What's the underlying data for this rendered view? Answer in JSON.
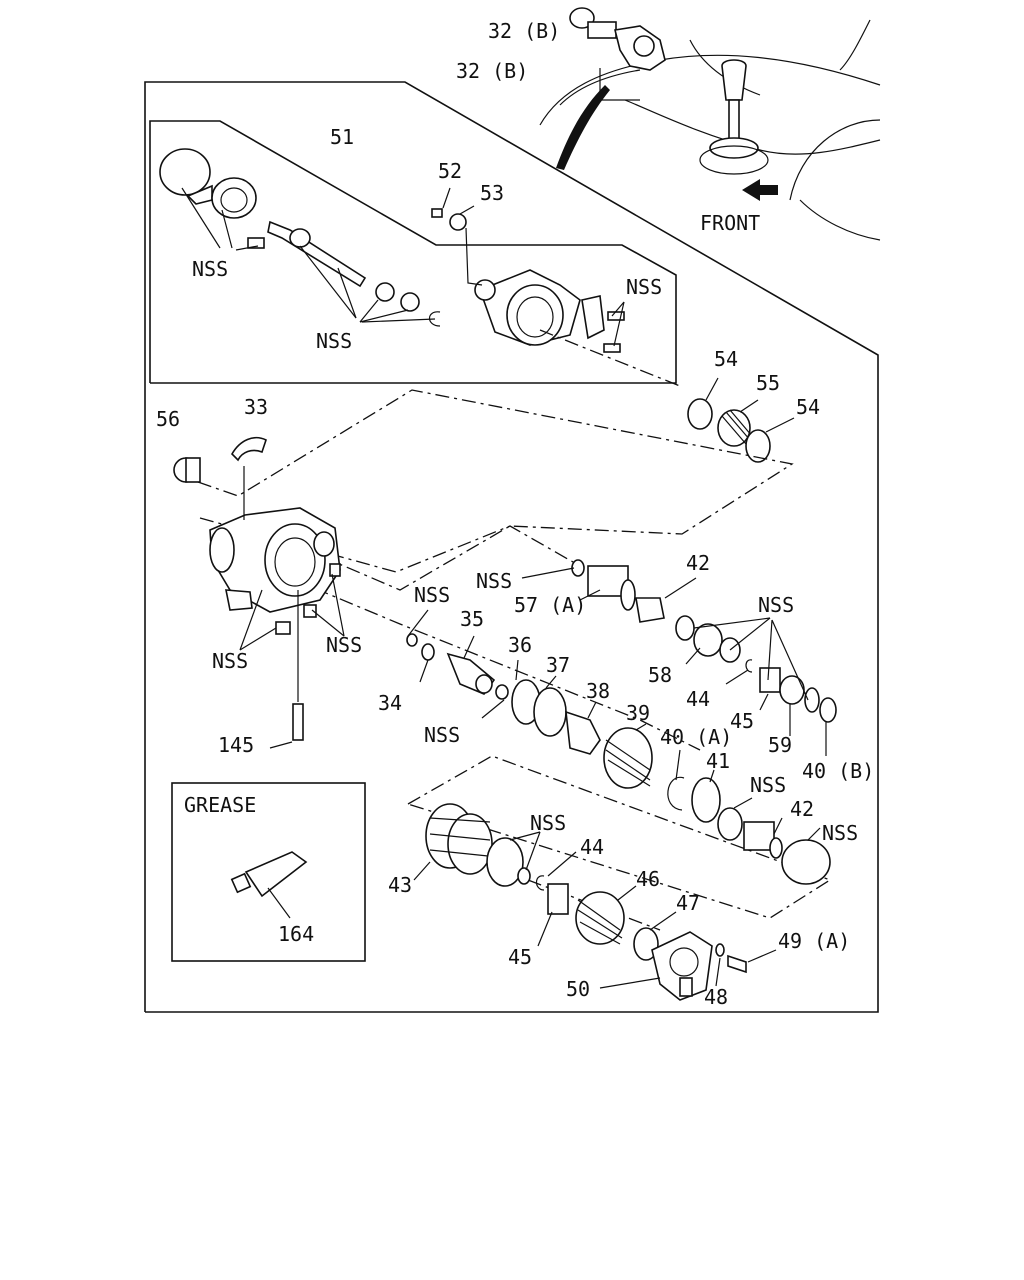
{
  "diagram": {
    "orientation_label": "FRONT",
    "grease_box": {
      "title": "GREASE",
      "part": "164"
    },
    "callouts": [
      {
        "id": "c-32b-top",
        "text": "32 (B)"
      },
      {
        "id": "c-32b",
        "text": "32 (B)"
      },
      {
        "id": "c-51",
        "text": "51"
      },
      {
        "id": "c-52",
        "text": "52"
      },
      {
        "id": "c-53",
        "text": "53"
      },
      {
        "id": "c-nss-1",
        "text": "NSS"
      },
      {
        "id": "c-nss-2",
        "text": "NSS"
      },
      {
        "id": "c-nss-3",
        "text": "NSS"
      },
      {
        "id": "c-54a",
        "text": "54"
      },
      {
        "id": "c-55",
        "text": "55"
      },
      {
        "id": "c-54b",
        "text": "54"
      },
      {
        "id": "c-56",
        "text": "56"
      },
      {
        "id": "c-33",
        "text": "33"
      },
      {
        "id": "c-nss-4",
        "text": "NSS"
      },
      {
        "id": "c-57a",
        "text": "57 (A)"
      },
      {
        "id": "c-42a",
        "text": "42"
      },
      {
        "id": "c-nss-5",
        "text": "NSS"
      },
      {
        "id": "c-nss-6",
        "text": "NSS"
      },
      {
        "id": "c-35",
        "text": "35"
      },
      {
        "id": "c-58",
        "text": "58"
      },
      {
        "id": "c-nss-7",
        "text": "NSS"
      },
      {
        "id": "c-nss-8",
        "text": "NSS"
      },
      {
        "id": "c-36",
        "text": "36"
      },
      {
        "id": "c-37",
        "text": "37"
      },
      {
        "id": "c-38",
        "text": "38"
      },
      {
        "id": "c-44a",
        "text": "44"
      },
      {
        "id": "c-45a",
        "text": "45"
      },
      {
        "id": "c-34",
        "text": "34"
      },
      {
        "id": "c-nss-9",
        "text": "NSS"
      },
      {
        "id": "c-39",
        "text": "39"
      },
      {
        "id": "c-40a",
        "text": "40 (A)"
      },
      {
        "id": "c-59",
        "text": "59"
      },
      {
        "id": "c-145",
        "text": "145"
      },
      {
        "id": "c-40b",
        "text": "40 (B)"
      },
      {
        "id": "c-41",
        "text": "41"
      },
      {
        "id": "c-nss-10",
        "text": "NSS"
      },
      {
        "id": "c-42b",
        "text": "42"
      },
      {
        "id": "c-nss-11",
        "text": "NSS"
      },
      {
        "id": "c-44b",
        "text": "44"
      },
      {
        "id": "c-nss-12",
        "text": "NSS"
      },
      {
        "id": "c-43",
        "text": "43"
      },
      {
        "id": "c-46",
        "text": "46"
      },
      {
        "id": "c-47",
        "text": "47"
      },
      {
        "id": "c-49a",
        "text": "49 (A)"
      },
      {
        "id": "c-45b",
        "text": "45"
      },
      {
        "id": "c-50",
        "text": "50"
      },
      {
        "id": "c-48",
        "text": "48"
      }
    ]
  }
}
